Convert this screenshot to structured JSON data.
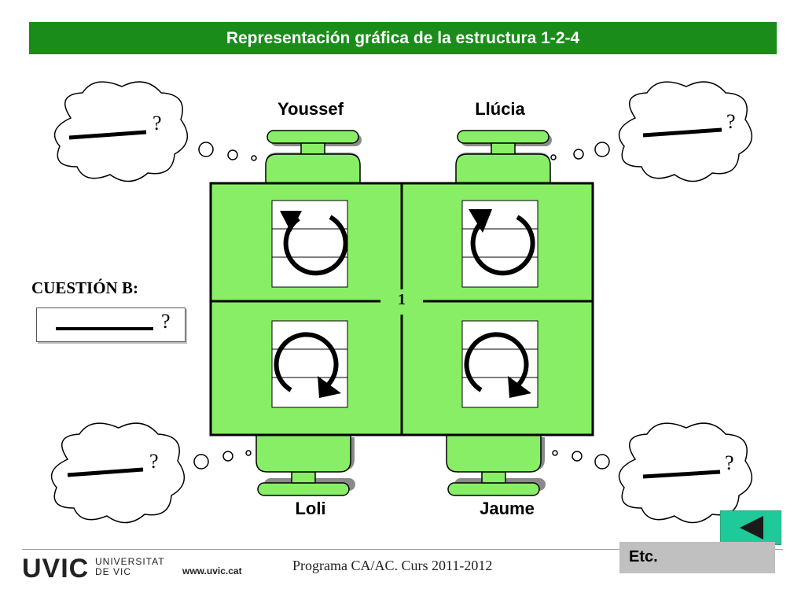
{
  "title": "Representación gráfica de la estructura  1-2-4",
  "students": {
    "top_left": "Youssef",
    "top_right": "Llúcia",
    "bottom_left": "Loli",
    "bottom_right": "Jaume"
  },
  "thought_mark": "?",
  "question": {
    "label": "CUESTIÓN  B:",
    "mark": "?"
  },
  "table_number": "1",
  "footer": {
    "logo": "UVIC",
    "logo_sub_1": "UNIVERSITAT",
    "logo_sub_2": "DE VIC",
    "url": "www.uvic.cat",
    "program": "Programa CA/AC. Curs 2011-2012"
  },
  "nav": {
    "etc_label": "Etc.",
    "back_icon": "triangle-left-icon"
  },
  "colors": {
    "title_bg": "#1a8c1a",
    "table": "#88ee66",
    "chair": "#88ee66",
    "back_button": "#1fc99a",
    "etc_button": "#c0c0c0"
  }
}
